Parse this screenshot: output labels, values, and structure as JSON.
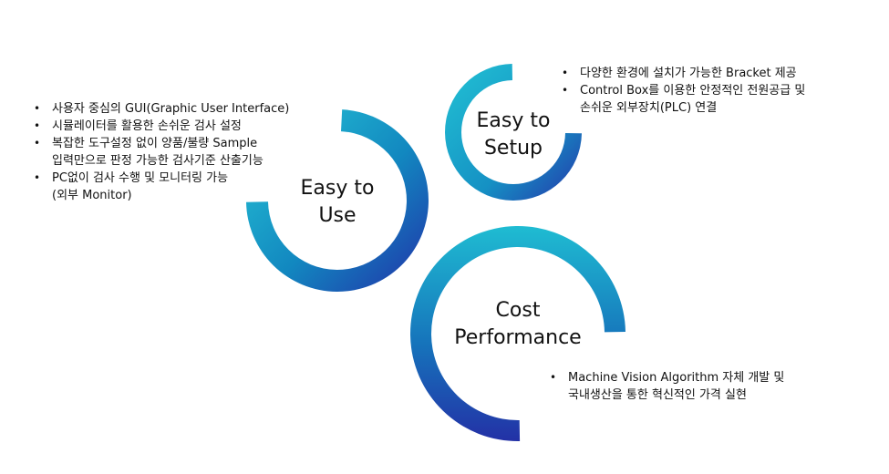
{
  "colors": {
    "ring_light": "#17b6cf",
    "ring_dark": "#1f2fa6",
    "text": "#111111"
  },
  "rings": {
    "use": {
      "line1": "Easy to",
      "line2": "Use"
    },
    "setup": {
      "line1": "Easy to",
      "line2": "Setup"
    },
    "cost": {
      "line1": "Cost",
      "line2": "Performance"
    }
  },
  "bullets": {
    "use": [
      {
        "text": "사용자 중심의 GUI(Graphic User Interface)"
      },
      {
        "text": "시뮬레이터를 활용한 손쉬운 검사 설정"
      },
      {
        "text": "복잡한 도구설정 없이 양품/불량 Sample",
        "cont": "입력만으로 판정 가능한 검사기준 산출기능"
      },
      {
        "text": "PC없이 검사 수행  및 모니터링 가능",
        "cont": "(외부 Monitor)"
      }
    ],
    "setup": [
      {
        "text": "다양한 환경에 설치가 가능한 Bracket 제공"
      },
      {
        "text": "Control Box를 이용한 안정적인 전원공급 및",
        "cont": "손쉬운 외부장치(PLC) 연결"
      }
    ],
    "cost": [
      {
        "text": "Machine Vision Algorithm 자체 개발 및",
        "cont": "국내생산을 통한 혁신적인 가격 실현"
      }
    ]
  }
}
